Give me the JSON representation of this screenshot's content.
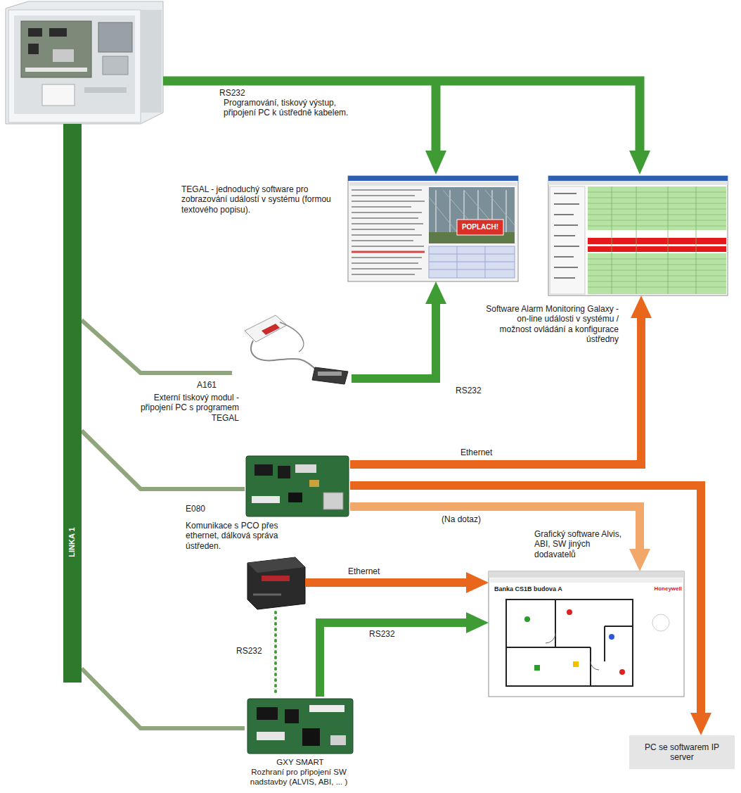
{
  "diagram": {
    "nodes": [
      {
        "text": [
          "TEGAL - jednoduchý software pro zobrazování událostí v systému (formou textového popisu).",
          "POPLACH!"
        ]
      },
      {
        "text": [
          "Software Alarm Monitoring Galaxy - on-line události v systému / možnost ovládání a konfigurace ústředny"
        ]
      },
      {
        "text": [
          "LINKA 1"
        ]
      },
      {
        "text": [
          "A161",
          "Externí tiskový modul - připojení PC s programem TEGAL"
        ]
      },
      {
        "text": [
          "E080",
          "Komunikace s PCO přes ethernet, dálková správa ústředen."
        ]
      },
      {
        "text": [
          "Grafický software Alvis, ABI, SW jiných dodavatelů",
          "Banka CS1B budova A",
          "Honeywell"
        ]
      },
      {
        "text": [
          "GXY SMART",
          "Rozhraní pro připojení SW nadstavby (ALVIS, ABI, ... )"
        ]
      },
      {
        "text": [
          "PC se softwarem IP server"
        ]
      }
    ],
    "edges": [
      {
        "from": 2,
        "to": 3,
        "arrow": "none"
      },
      {
        "from": 2,
        "to": 4,
        "arrow": "none"
      },
      {
        "from": 2,
        "to": 6,
        "arrow": "none"
      },
      {
        "from": 3,
        "to": 0,
        "label": "RS232",
        "arrow": "to"
      },
      {
        "from": 4,
        "to": 1,
        "label": "Ethernet",
        "arrow": "to"
      },
      {
        "from": 4,
        "to": 5,
        "label": "(Na dotaz)",
        "arrow": "to"
      },
      {
        "from": 4,
        "to": 7,
        "arrow": "to"
      },
      {
        "from": 6,
        "to": 5,
        "label": "RS232",
        "arrow": "to"
      }
    ],
    "labels": [
      "RS232",
      "Programování, tiskový výstup, připojení PC k ústředně kabelem.",
      "Ethernet",
      "RS232"
    ]
  }
}
